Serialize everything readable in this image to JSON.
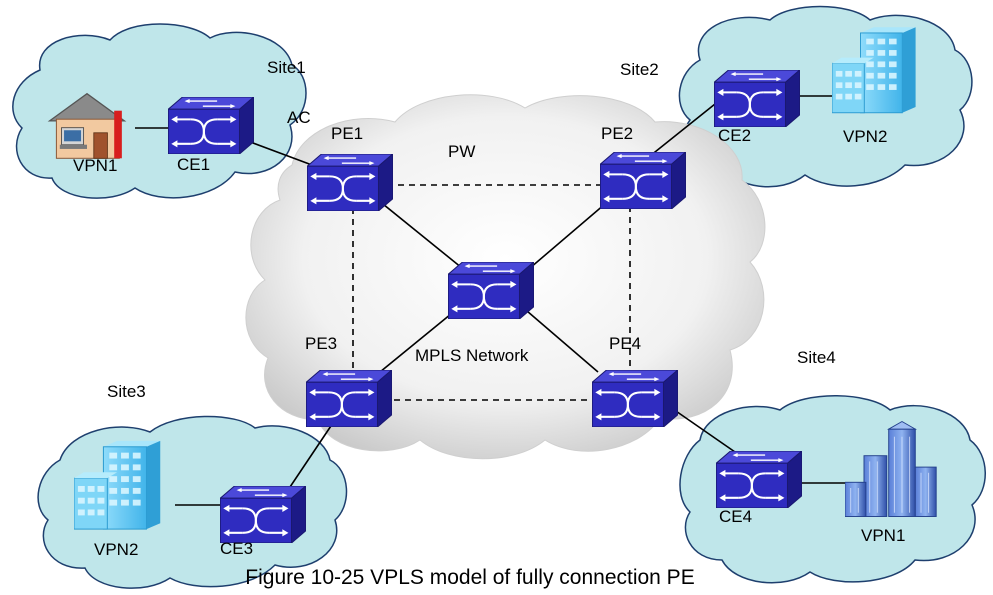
{
  "sites": {
    "site1": "Site1",
    "site2": "Site2",
    "site3": "Site3",
    "site4": "Site4"
  },
  "links": {
    "ac": "AC",
    "pw": "PW"
  },
  "network": {
    "label": "MPLS Network"
  },
  "pe": {
    "pe1": "PE1",
    "pe2": "PE2",
    "pe3": "PE3",
    "pe4": "PE4"
  },
  "ce": {
    "ce1": "CE1",
    "ce2": "CE2",
    "ce3": "CE3",
    "ce4": "CE4"
  },
  "vpn": {
    "site1": "VPN1",
    "site2": "VPN2",
    "site3": "VPN2",
    "site4": "VPN1"
  },
  "caption": "Figure 10-25 VPLS model of fully connection PE",
  "colors": {
    "cloud_fill": "#bfe6ea",
    "cloud_stroke": "#1e3f6e",
    "switch_top": "#4b49d9",
    "switch_front": "#2f2cc0",
    "switch_side": "#1c1a86",
    "building": "#6fd0f6"
  }
}
